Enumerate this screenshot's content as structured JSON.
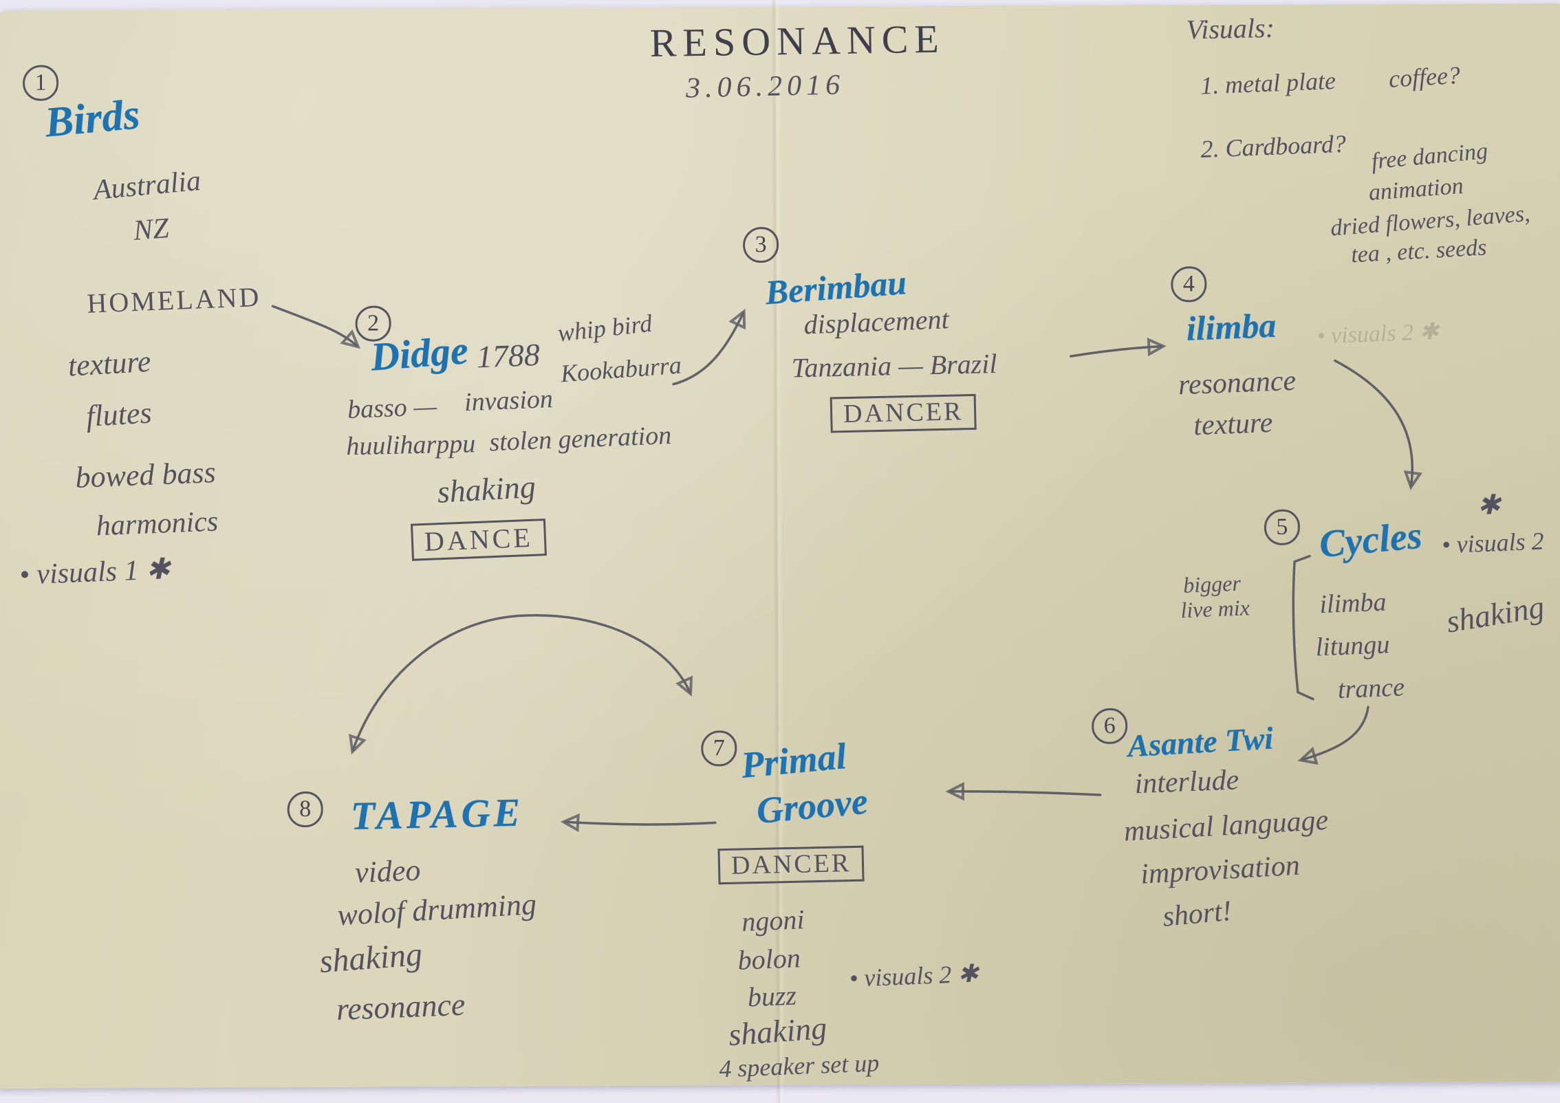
{
  "colors": {
    "marker_blue": "#1e72b0",
    "pencil_gray": "#53525e",
    "paper_beige": "#dbd6b9"
  },
  "header": {
    "title": "RESONANCE",
    "date": "3.06.2016"
  },
  "visuals": {
    "heading": "Visuals:",
    "items": [
      {
        "label": "1.  metal plate",
        "side_note": "coffee?"
      },
      {
        "label": "2.  Cardboard?",
        "notes": [
          "free dancing",
          "animation",
          "dried flowers, leaves,",
          "tea , etc.  seeds"
        ]
      }
    ]
  },
  "node1": {
    "num": "1",
    "title": "Birds",
    "notes": [
      "Australia",
      "NZ",
      "HOMELAND",
      "texture",
      "flutes",
      "bowed bass",
      "harmonics",
      "• visuals 1 ✱"
    ]
  },
  "node2": {
    "num": "2",
    "title": "Didge",
    "year": "1788",
    "notes": [
      "whip bird",
      "Kookaburra",
      "basso —",
      "invasion",
      "huuliharppu",
      "stolen generation",
      "shaking"
    ],
    "box": "DANCE"
  },
  "node3": {
    "num": "3",
    "title": "Berimbau",
    "notes": [
      "displacement",
      "Tanzania — Brazil"
    ],
    "box": "DANCER"
  },
  "node4": {
    "num": "4",
    "title": "ilimba",
    "faint_note": "• visuals 2 ✱",
    "notes": [
      "resonance",
      "texture"
    ]
  },
  "node5": {
    "num": "5",
    "title": "Cycles",
    "star": "✱",
    "side_note": "• visuals 2",
    "mix_note_1": "bigger",
    "mix_note_2": "live mix",
    "notes": [
      "ilimba",
      "litungu",
      "trance"
    ],
    "right_note": "shaking"
  },
  "node6": {
    "num": "6",
    "title": "Asante Twi",
    "notes": [
      "interlude",
      "musical language",
      "improvisation",
      "short!"
    ]
  },
  "node7": {
    "num": "7",
    "title_line1": "Primal",
    "title_line2": "Groove",
    "box": "DANCER",
    "notes": [
      "ngoni",
      "bolon",
      "buzz"
    ],
    "side_note": "• visuals 2 ✱",
    "note_shaking": "shaking",
    "note_setup": "4 speaker set up"
  },
  "node8": {
    "num": "8",
    "title": "TAPAGE",
    "notes": [
      "video",
      "wolof drumming",
      "shaking",
      "resonance"
    ]
  }
}
